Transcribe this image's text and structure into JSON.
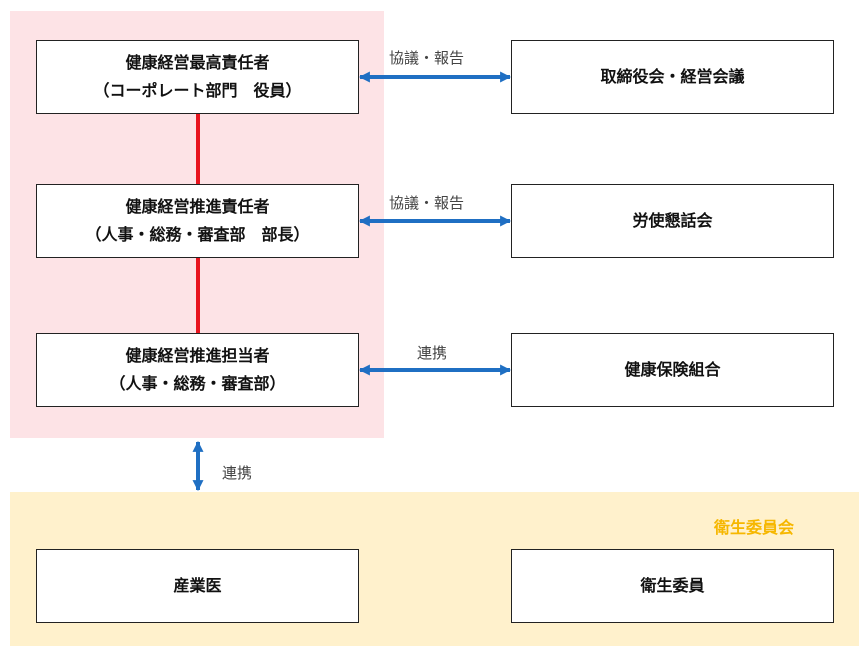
{
  "colors": {
    "management_panel": "#fde3e6",
    "committee_panel": "#fff1cc",
    "committee_title": "#f6b700",
    "red_line": "#e8141e",
    "blue_arrow": "#1f6fc3"
  },
  "committee_title": "衛生委員会",
  "boxes": {
    "ceo": {
      "line1": "健康経営最高責任者",
      "line2": "（コーポレート部門　役員）"
    },
    "promoter": {
      "line1": "健康経営推進責任者",
      "line2": "（人事・総務・審査部　部長）"
    },
    "staff": {
      "line1": "健康経営推進担当者",
      "line2": "（人事・総務・審査部）"
    },
    "board": {
      "line1": "取締役会・経営会議"
    },
    "labor": {
      "line1": "労使懇話会"
    },
    "insurance": {
      "line1": "健康保険組合"
    },
    "doctor": {
      "line1": "産業医"
    },
    "hygiene": {
      "line1": "衛生委員"
    }
  },
  "arrow_labels": {
    "ceo_board": "協議・報告",
    "promoter_labor": "協議・報告",
    "staff_insurance": "連携",
    "management_committee": "連携"
  }
}
